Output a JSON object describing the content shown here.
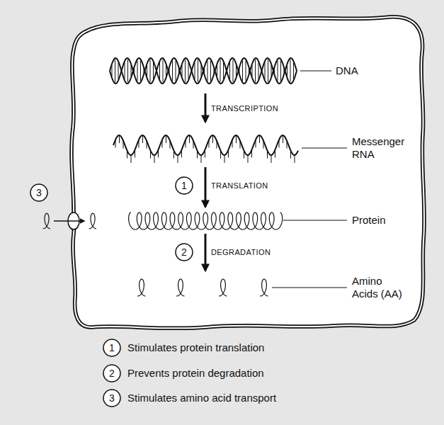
{
  "diagram": {
    "labels": [
      "3",
      "DNA",
      "TRANSCRIPTION",
      "Messenger RNA",
      "1",
      "TRANSLATION",
      "Protein",
      "2",
      "DEGRADATION",
      "Amino Acids (AA)",
      "1",
      "2",
      "3"
    ],
    "legend": [
      {
        "text": "Stimulates protein translation"
      },
      {
        "text": "Prevents protein degradation"
      },
      {
        "text": "Stimulates amino acid transport"
      }
    ]
  }
}
